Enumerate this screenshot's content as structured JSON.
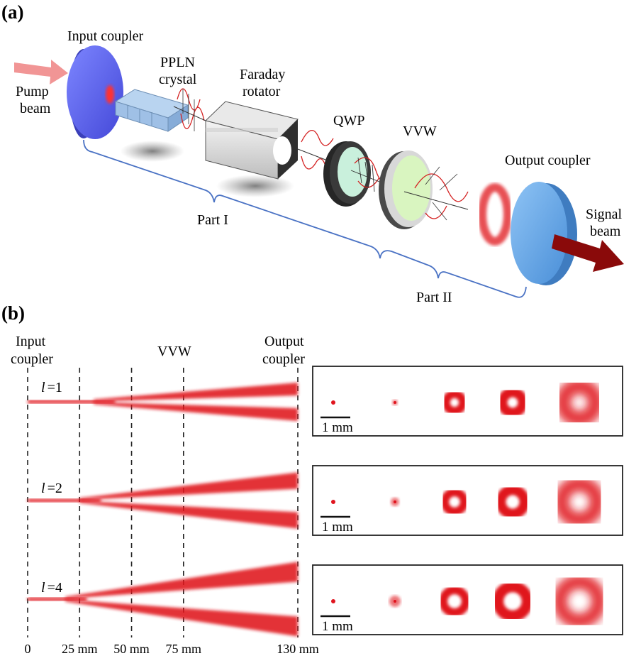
{
  "panel_a": {
    "label": "(a)",
    "input_coupler": "Input coupler",
    "pump_line1": "Pump",
    "pump_line2": "beam",
    "ppln_line1": "PPLN",
    "ppln_line2": "crystal",
    "faraday_line1": "Faraday",
    "faraday_line2": "rotator",
    "qwp": "QWP",
    "vvw": "VVW",
    "output_coupler": "Output coupler",
    "signal_line1": "Signal",
    "signal_line2": "beam",
    "part1": "Part I",
    "part2": "Part II"
  },
  "panel_b": {
    "label": "(b)",
    "input_line1": "Input",
    "input_line2": "coupler",
    "vvw": "VVW",
    "output_line1": "Output",
    "output_line2": "coupler",
    "rows": [
      {
        "l_symbol": "l",
        "l_value": "=1",
        "scale_bar": "1 mm",
        "ring_sizes": [
          0.12,
          0.2,
          0.42,
          0.55,
          1.0
        ]
      },
      {
        "l_symbol": "l",
        "l_value": "=2",
        "scale_bar": "1 mm",
        "ring_sizes": [
          0.12,
          0.25,
          0.45,
          0.6,
          1.0
        ]
      },
      {
        "l_symbol": "l",
        "l_value": "=4",
        "scale_bar": "1 mm",
        "ring_sizes": [
          0.12,
          0.3,
          0.5,
          0.7,
          1.0
        ]
      }
    ],
    "positions": [
      {
        "label": "0",
        "mm": 0
      },
      {
        "label": "25 mm",
        "mm": 25
      },
      {
        "label": "50 mm",
        "mm": 50
      },
      {
        "label": "75 mm",
        "mm": 75
      },
      {
        "label": "130 mm",
        "mm": 130
      }
    ]
  },
  "colors": {
    "beam_red": "#e0141e",
    "input_coupler": "#5a63e6",
    "output_coupler": "#5aa0e6",
    "bracket_blue": "#4a72c4",
    "signal_arrow": "#8a0a0a",
    "pump_arrow": "#f08a8a"
  }
}
